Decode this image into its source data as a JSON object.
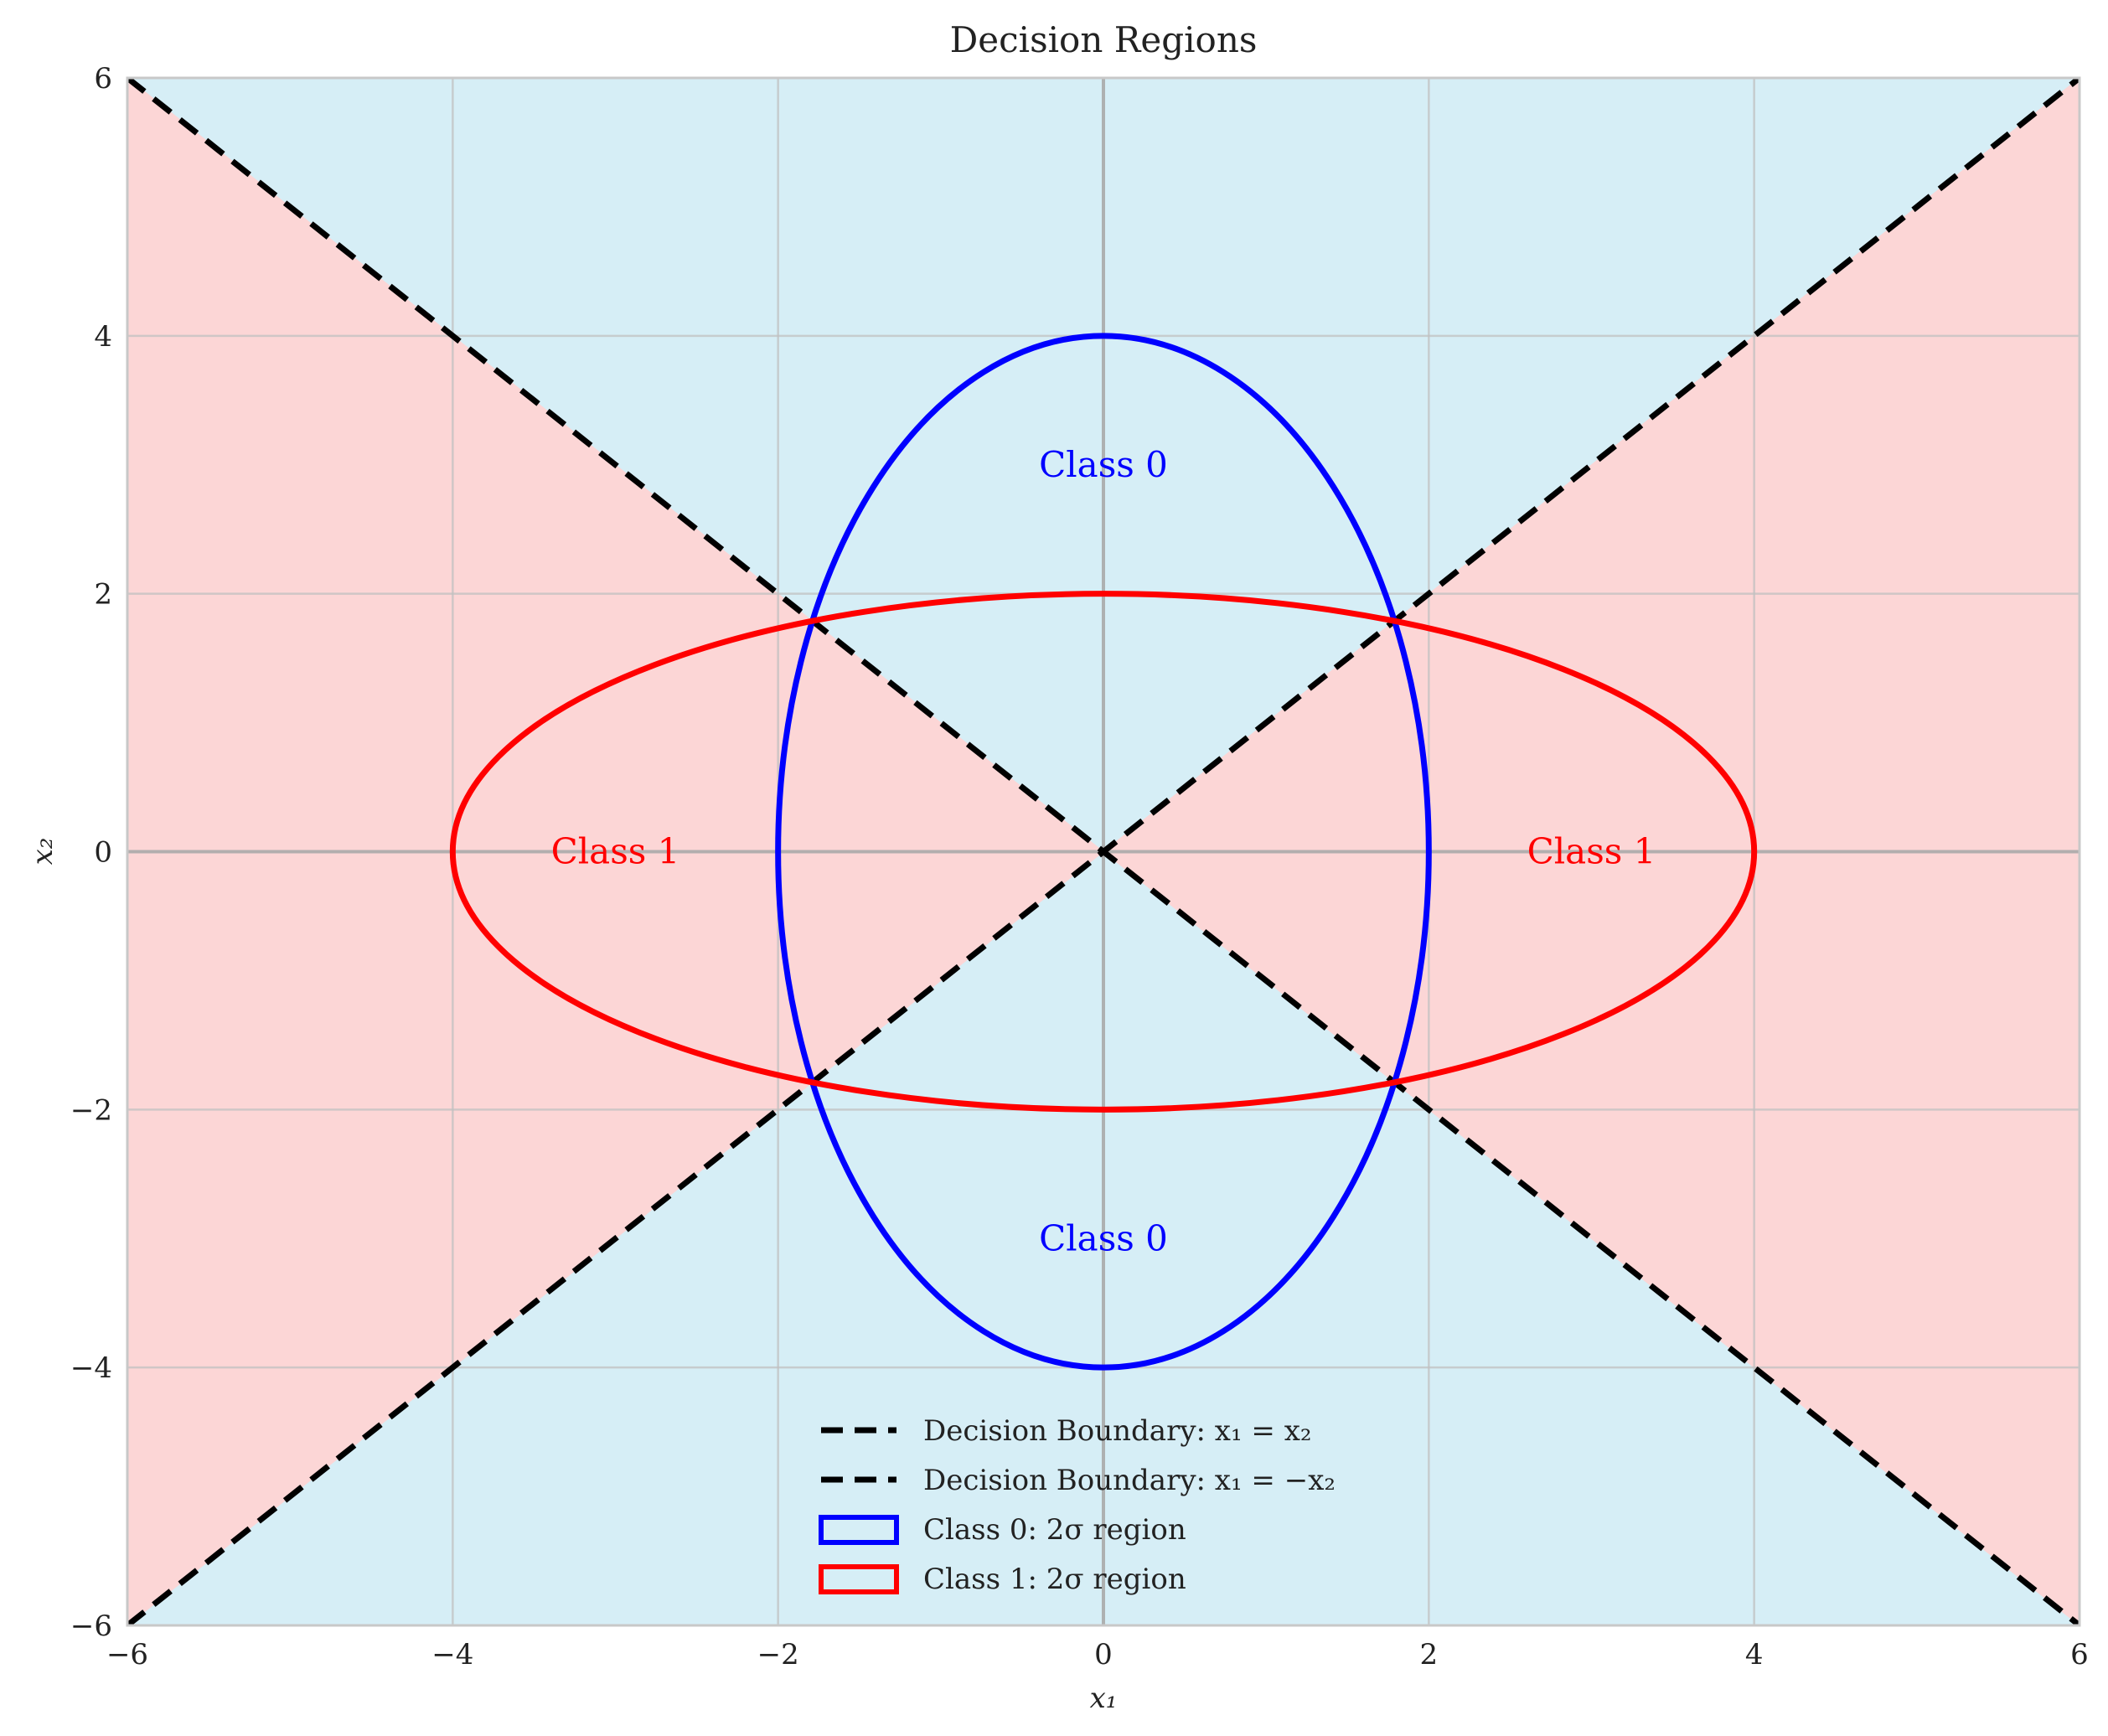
{
  "chart_data": {
    "type": "line",
    "title": "Decision Regions",
    "xlabel": "x₁",
    "ylabel": "x₂",
    "xlim": [
      -6,
      6
    ],
    "ylim": [
      -6,
      6
    ],
    "xticks": [
      -6,
      -4,
      -2,
      0,
      2,
      4,
      6
    ],
    "yticks": [
      -6,
      -4,
      -2,
      0,
      2,
      4,
      6
    ],
    "tick_labels_x": [
      "−6",
      "−4",
      "−2",
      "0",
      "2",
      "4",
      "6"
    ],
    "tick_labels_y": [
      "−6",
      "−4",
      "−2",
      "0",
      "2",
      "4",
      "6"
    ],
    "grid": true,
    "legend_position": "lower-center",
    "regions": [
      {
        "class": "Class 0",
        "color": "#d6eef6",
        "rule": "|x2| > |x1|"
      },
      {
        "class": "Class 1",
        "color": "#fcd6d6",
        "rule": "|x1| > |x2|"
      }
    ],
    "series": [
      {
        "name": "Decision Boundary: x₁ = x₂",
        "kind": "line",
        "style": "dashed",
        "color": "#000000",
        "x": [
          -6,
          6
        ],
        "y": [
          -6,
          6
        ]
      },
      {
        "name": "Decision Boundary: x₁ = −x₂",
        "kind": "line",
        "style": "dashed",
        "color": "#000000",
        "x": [
          -6,
          6
        ],
        "y": [
          6,
          -6
        ]
      },
      {
        "name": "Class 0: 2σ region",
        "kind": "ellipse",
        "color": "#0000ff",
        "center": [
          0,
          0
        ],
        "semi_axis_x": 2,
        "semi_axis_y": 4
      },
      {
        "name": "Class 1: 2σ region",
        "kind": "ellipse",
        "color": "#ff0000",
        "center": [
          0,
          0
        ],
        "semi_axis_x": 4,
        "semi_axis_y": 2
      }
    ],
    "annotations": [
      {
        "text": "Class 0",
        "x": 0,
        "y": 3,
        "color": "#0000ff"
      },
      {
        "text": "Class 0",
        "x": 0,
        "y": -3,
        "color": "#0000ff"
      },
      {
        "text": "Class 1",
        "x": -3,
        "y": 0,
        "color": "#ff0000"
      },
      {
        "text": "Class 1",
        "x": 3,
        "y": 0,
        "color": "#ff0000"
      }
    ],
    "colors": {
      "axis_frame": "#c8c8c8",
      "grid": "#c0c0c0",
      "zero_line": "#aaaaaa"
    }
  }
}
